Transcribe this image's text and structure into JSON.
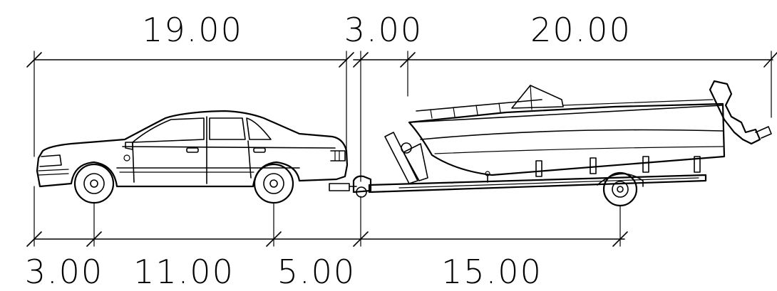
{
  "dimensions": {
    "top": {
      "car_length": "19.00",
      "gap": "3.00",
      "trailer_length": "20.00"
    },
    "bottom": {
      "front_overhang": "3.00",
      "wheelbase": "11.00",
      "rear_to_hitch": "5.00",
      "hitch_to_axle": "15.00"
    }
  },
  "colors": {
    "line": "#000000",
    "background": "#ffffff"
  }
}
